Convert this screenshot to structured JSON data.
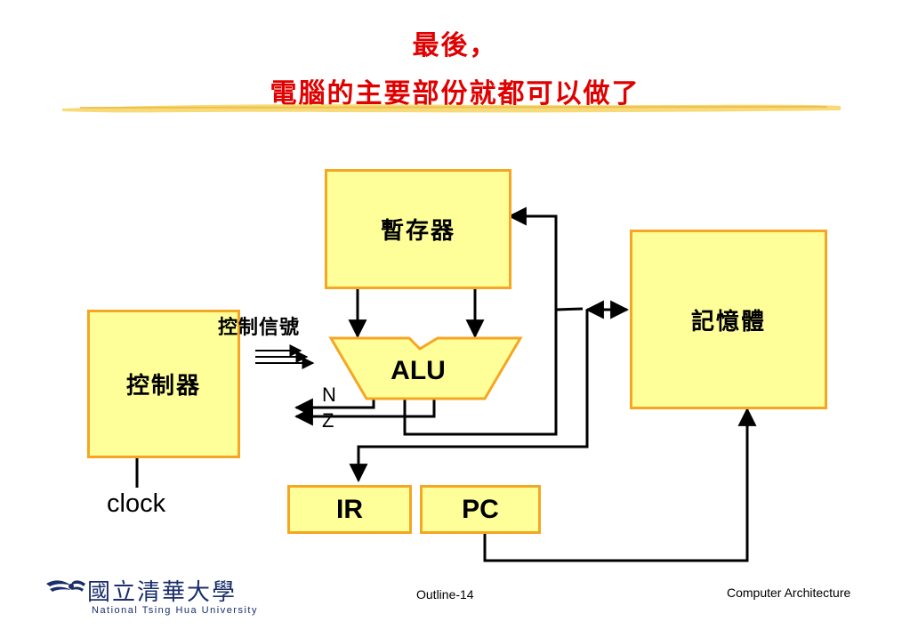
{
  "title": {
    "line1": "最後，",
    "line2": "電腦的主要部份就都可以做了"
  },
  "diagram": {
    "registers_label": "暫存器",
    "memory_label": "記憶體",
    "controller_label": "控制器",
    "alu_label": "ALU",
    "control_signal_label": "控制信號",
    "flag_n": "N",
    "flag_z": "Z",
    "clock_label": "clock",
    "ir_label": "IR",
    "pc_label": "PC"
  },
  "footer": {
    "university_name": "國立清華大學",
    "university_en": "National Tsing Hua University",
    "page": "Outline-14",
    "course": "Computer Architecture"
  },
  "colors": {
    "title": "#e00000",
    "box_fill": "#ffff99",
    "box_border": "#f5a623",
    "logo": "#1b2e6b"
  }
}
